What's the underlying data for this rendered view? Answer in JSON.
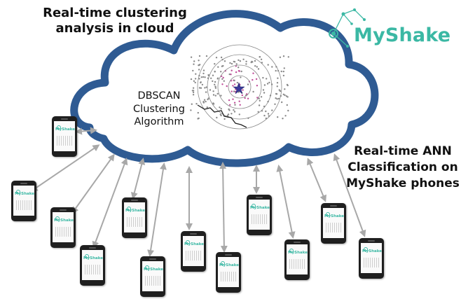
{
  "titles": {
    "cloud_title": "Real-time clustering analysis in cloud",
    "phone_title": "Real-time ANN Classification on MyShake phones",
    "algorithm": "DBSCAN Clustering Algorithm"
  },
  "brand": {
    "name": "MyShake",
    "color": "#3bb8a4"
  },
  "colors": {
    "cloud_outline": "#2f5b93",
    "arrow": "#a8a8a8",
    "phone": "#1f1f1f",
    "cluster_point": "#c04f9a"
  },
  "phone_label": "MyShake",
  "phones": [
    {
      "id": 1
    },
    {
      "id": 2
    },
    {
      "id": 3
    },
    {
      "id": 4
    },
    {
      "id": 5
    },
    {
      "id": 6
    },
    {
      "id": 7
    },
    {
      "id": 8
    },
    {
      "id": 9
    },
    {
      "id": 10
    },
    {
      "id": 11
    },
    {
      "id": 12
    },
    {
      "id": 13
    }
  ]
}
